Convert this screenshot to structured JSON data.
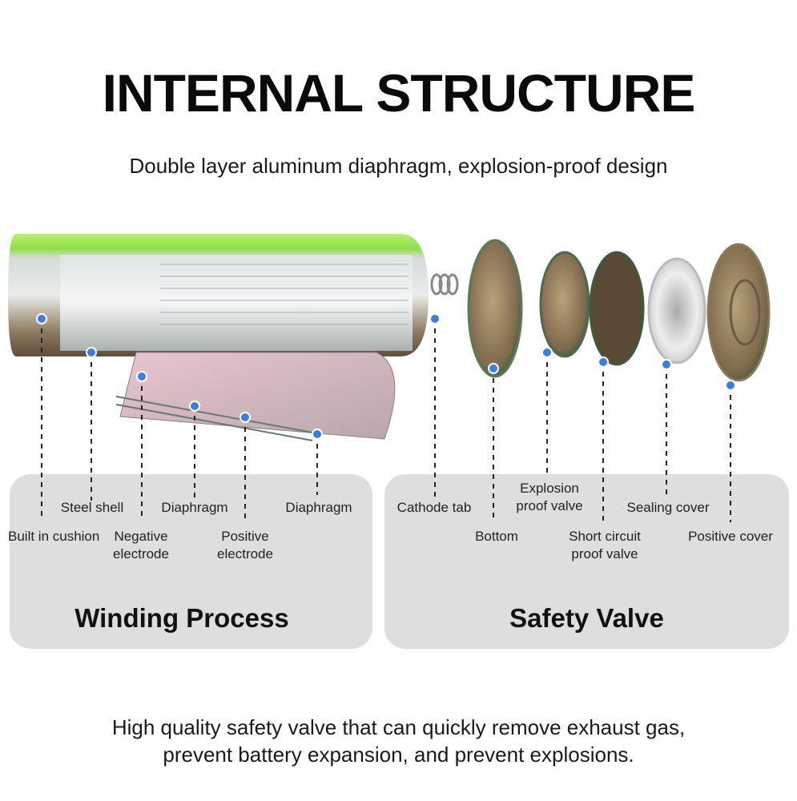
{
  "header": {
    "title": "INTERNAL STRUCTURE",
    "subtitle": "Double layer aluminum diaphragm, explosion-proof design"
  },
  "winding_panel": {
    "heading": "Winding Process",
    "labels": {
      "built_in_cushion": "Built in cushion",
      "steel_shell": "Steel shell",
      "negative_electrode": "Negative electrode",
      "diaphragm_1": "Diaphragm",
      "positive_electrode": "Positive electrode",
      "diaphragm_2": "Diaphragm"
    }
  },
  "safety_panel": {
    "heading": "Safety Valve",
    "labels": {
      "cathode_tab": "Cathode tab",
      "bottom": "Bottom",
      "explosion_proof_valve": "Explosion proof valve",
      "short_circuit_proof_valve": "Short circuit proof valve",
      "sealing_cover": "Sealing cover",
      "positive_cover": "Positive cover"
    }
  },
  "footer": {
    "line1": "High quality safety valve that can quickly remove exhaust gas,",
    "line2": "prevent battery expansion, and prevent explosions."
  },
  "colors": {
    "accent_green": "#8ee04a",
    "dot_blue": "#3b7de0",
    "panel_gray": "#dedede"
  }
}
